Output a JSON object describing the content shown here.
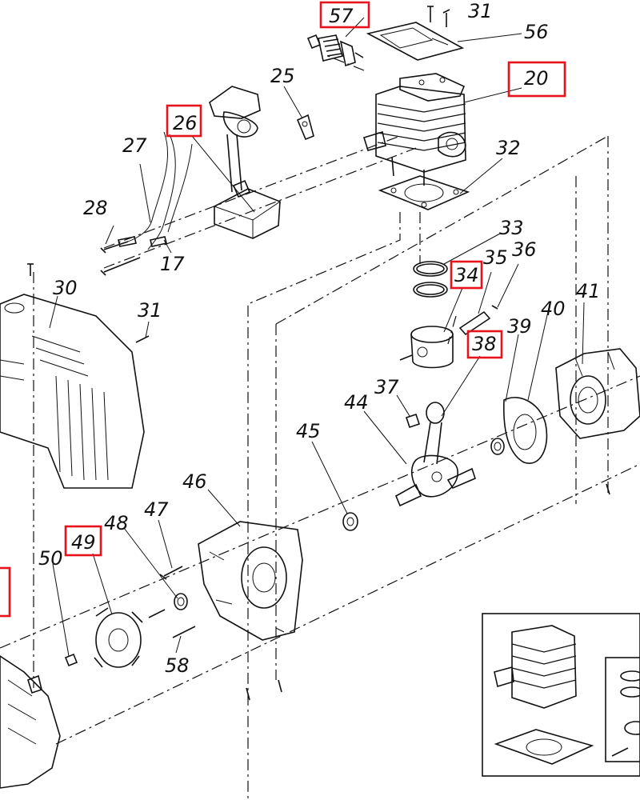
{
  "diagram": {
    "callouts": [
      {
        "id": "c57",
        "label": "57",
        "highlighted": true
      },
      {
        "id": "c31a",
        "label": "31",
        "highlighted": false
      },
      {
        "id": "c56",
        "label": "56",
        "highlighted": false
      },
      {
        "id": "c20",
        "label": "20",
        "highlighted": true
      },
      {
        "id": "c25",
        "label": "25",
        "highlighted": false
      },
      {
        "id": "c26",
        "label": "26",
        "highlighted": true
      },
      {
        "id": "c27",
        "label": "27",
        "highlighted": false
      },
      {
        "id": "c32",
        "label": "32",
        "highlighted": false
      },
      {
        "id": "c28",
        "label": "28",
        "highlighted": false
      },
      {
        "id": "c17",
        "label": "17",
        "highlighted": false
      },
      {
        "id": "c33",
        "label": "33",
        "highlighted": false
      },
      {
        "id": "c34",
        "label": "34",
        "highlighted": true
      },
      {
        "id": "c35",
        "label": "35",
        "highlighted": false
      },
      {
        "id": "c36",
        "label": "36",
        "highlighted": false
      },
      {
        "id": "c30",
        "label": "30",
        "highlighted": false
      },
      {
        "id": "c31b",
        "label": "31",
        "highlighted": false
      },
      {
        "id": "c41",
        "label": "41",
        "highlighted": false
      },
      {
        "id": "c40",
        "label": "40",
        "highlighted": false
      },
      {
        "id": "c39",
        "label": "39",
        "highlighted": false
      },
      {
        "id": "c38",
        "label": "38",
        "highlighted": true
      },
      {
        "id": "c37",
        "label": "37",
        "highlighted": false
      },
      {
        "id": "c44",
        "label": "44",
        "highlighted": false
      },
      {
        "id": "c45",
        "label": "45",
        "highlighted": false
      },
      {
        "id": "c46",
        "label": "46",
        "highlighted": false
      },
      {
        "id": "c47",
        "label": "47",
        "highlighted": false
      },
      {
        "id": "c48",
        "label": "48",
        "highlighted": false
      },
      {
        "id": "c49",
        "label": "49",
        "highlighted": true
      },
      {
        "id": "c50",
        "label": "50",
        "highlighted": false
      },
      {
        "id": "c58",
        "label": "58",
        "highlighted": false
      }
    ],
    "highlight_color": "#e8121c",
    "line_color": "#111111"
  }
}
